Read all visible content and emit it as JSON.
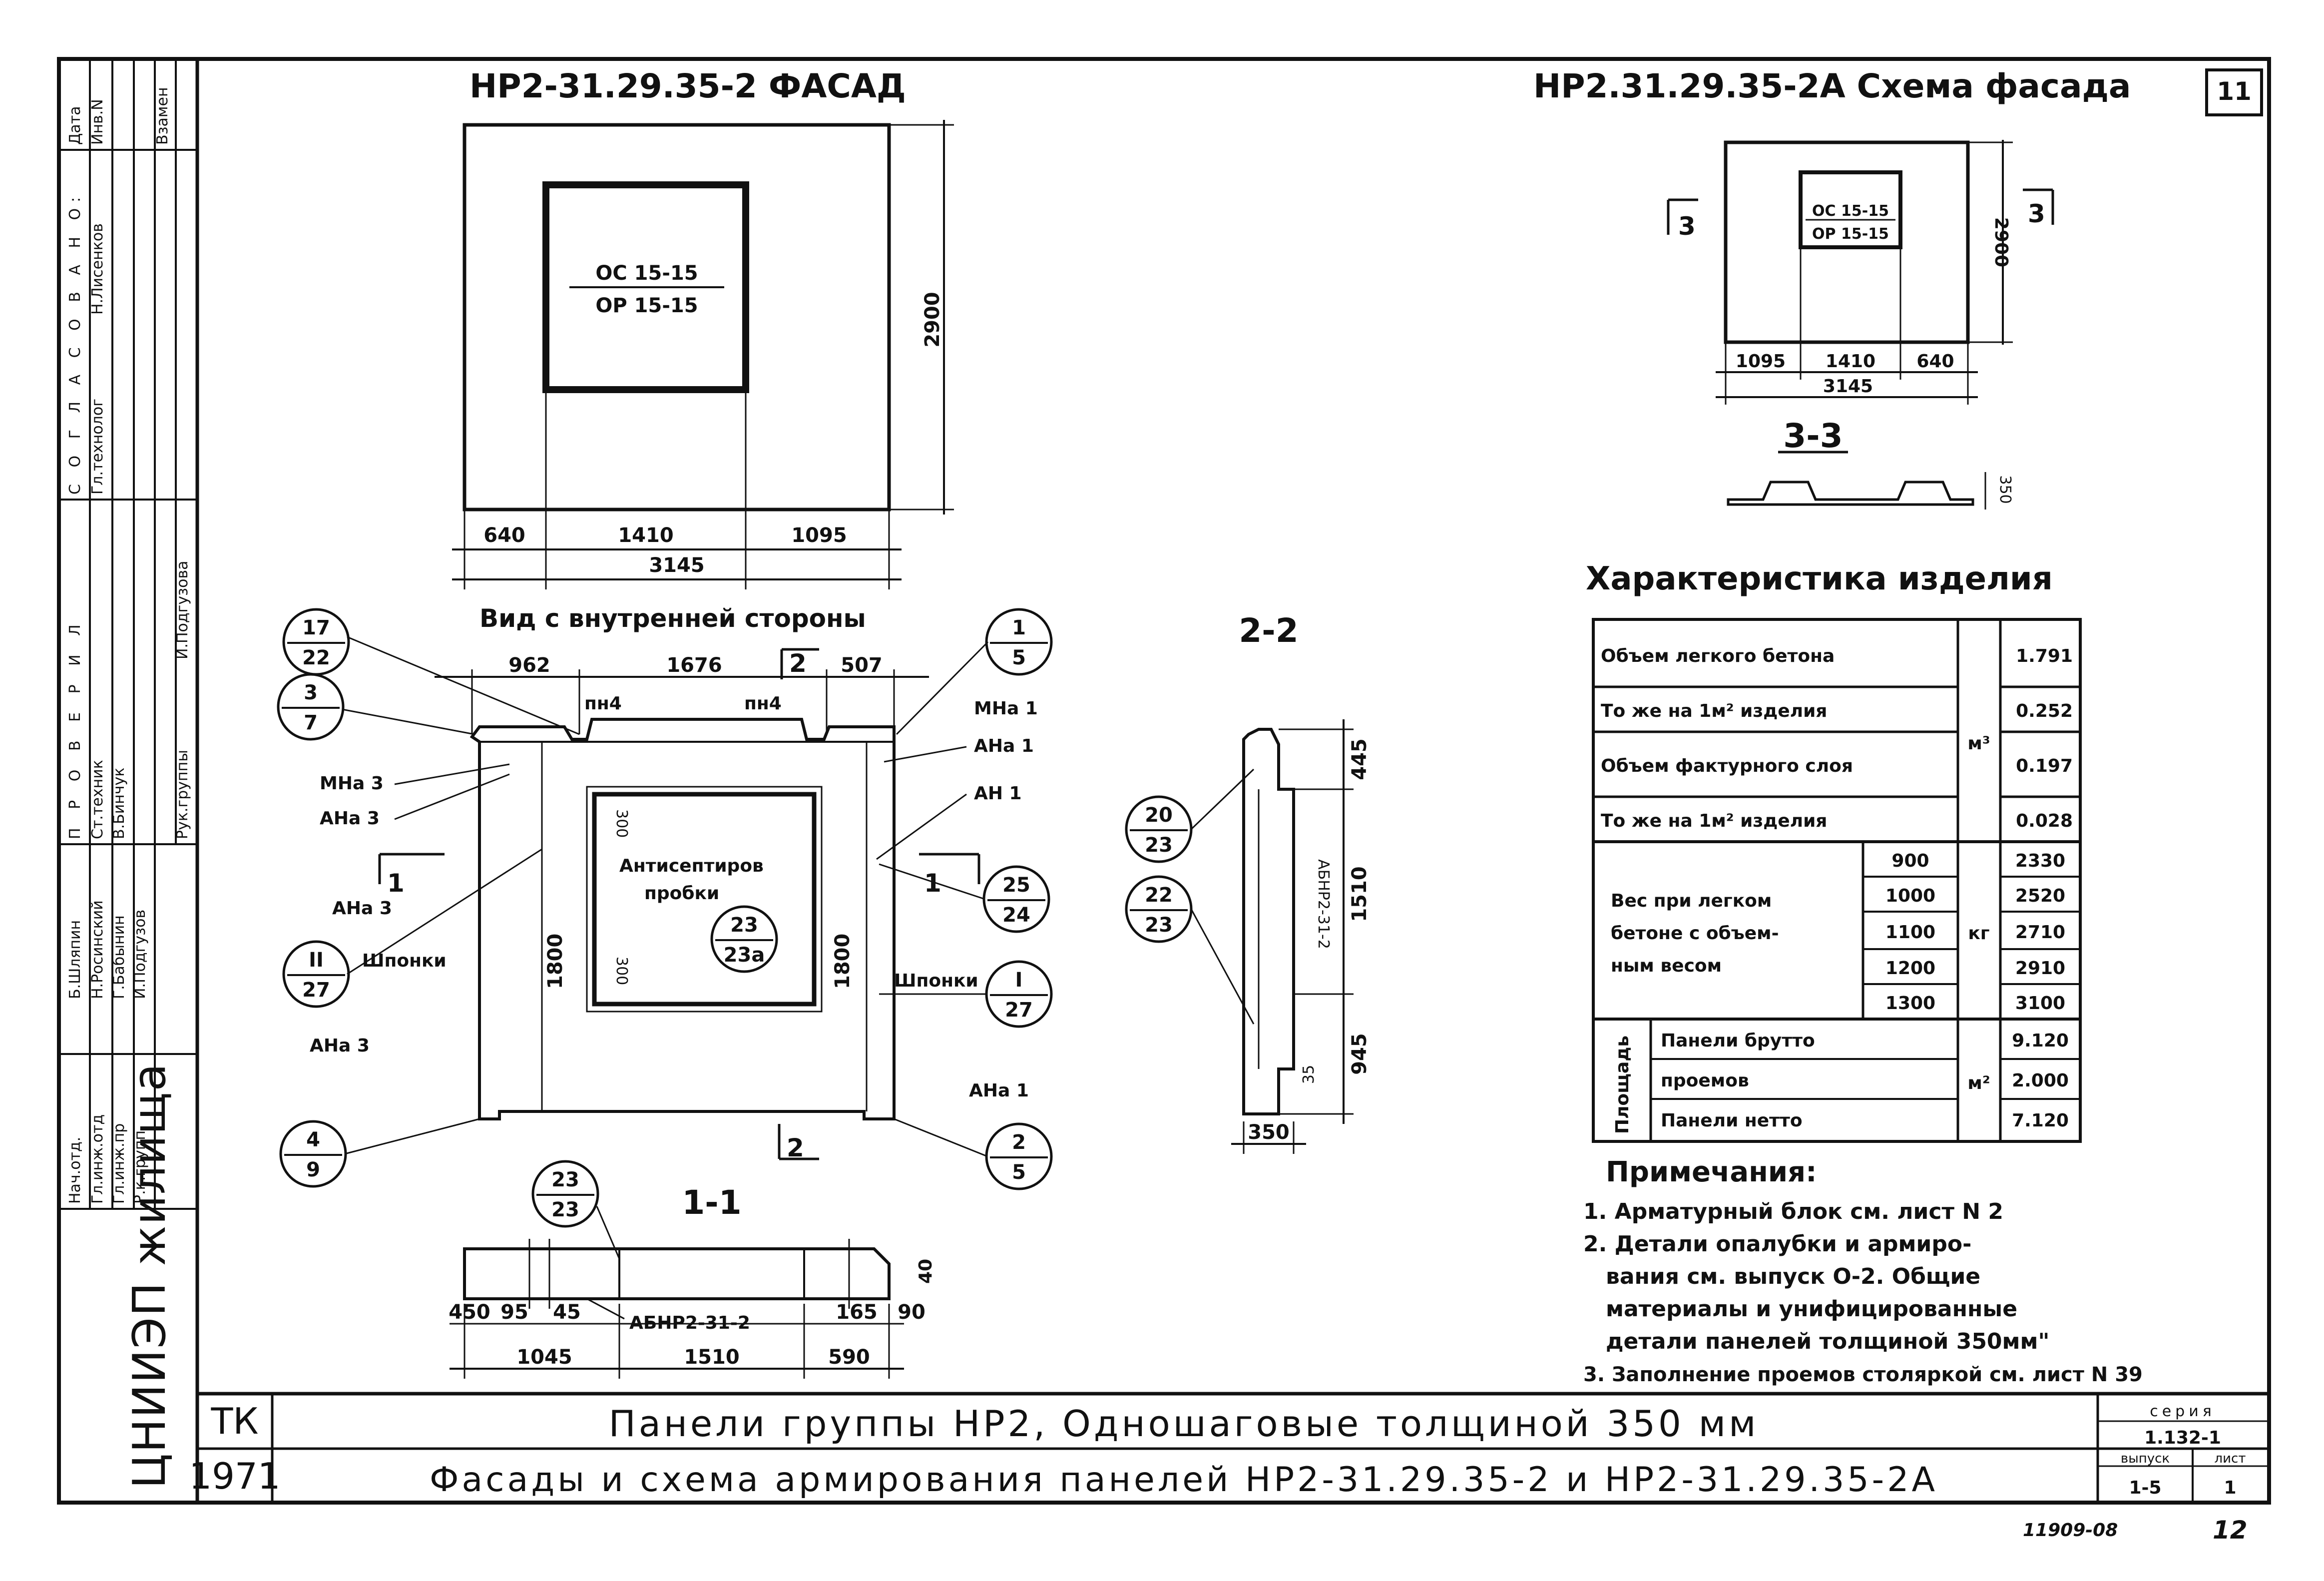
{
  "sheet_number": "11",
  "page_number": "12",
  "archive_number": "11909-08",
  "left_facade": {
    "title": "НР2-31.29.35-2 ФАСАД",
    "window_label_top": "ОС 15-15",
    "window_label_bottom": "ОР 15-15",
    "height_dim": "2900",
    "dims_bottom": [
      "640",
      "1410",
      "1095"
    ],
    "total_width": "3145"
  },
  "right_schema": {
    "title": "НР2.31.29.35-2А Схема фасада",
    "window_label_top": "ОС 15-15",
    "window_label_bottom": "ОР 15-15",
    "height_dim": "2900",
    "dims_bottom": [
      "1095",
      "1410",
      "640"
    ],
    "total_width": "3145",
    "section_label": "3-3",
    "section_mark_left": "3",
    "section_mark_right": "3",
    "small_dim": "350"
  },
  "inner_view": {
    "title": "Вид с внутренней стороны",
    "dims_top": [
      "962",
      "1676",
      "507"
    ],
    "section_mark_top": "2",
    "section_mark_bottom": "2",
    "section_mark_left": "1",
    "section_mark_right": "1",
    "callouts": [
      {
        "top": "17",
        "bottom": "22"
      },
      {
        "top": "3",
        "bottom": "7"
      },
      {
        "top": "1",
        "bottom": "5"
      },
      {
        "top": "25",
        "bottom": "24"
      },
      {
        "top": "II",
        "bottom": "27"
      },
      {
        "top": "I",
        "bottom": "27"
      },
      {
        "top": "4",
        "bottom": "9"
      },
      {
        "top": "2",
        "bottom": "5"
      },
      {
        "top": "23",
        "bottom": "23а"
      }
    ],
    "labels": {
      "pn4_left": "пн4",
      "pn4_right": "пн4",
      "mna1": "МНа 1",
      "ana1_top": "АНа 1",
      "an1": "АН 1",
      "mna3": "МНа 3",
      "ana3_top": "АНа 3",
      "ana3_mid": "АНа 3",
      "ana3_bottom": "АНа 3",
      "ana1_bottom": "АНа 1",
      "antisept": "Антисептиров",
      "probki": "пробки",
      "shponki_left": "Шпонки",
      "shponki_right": "Шпонки",
      "dim_300_top": "300",
      "dim_300_bottom": "300",
      "dim_1800_left": "1800",
      "dim_1800_right": "1800"
    }
  },
  "section_2_2": {
    "title": "2-2",
    "dims": [
      "445",
      "1510",
      "945"
    ],
    "bottom_dim": "350",
    "small_dim": "35",
    "block_label": "АБНР2-31-2",
    "callouts": [
      {
        "top": "20",
        "bottom": "23"
      },
      {
        "top": "22",
        "bottom": "23"
      }
    ]
  },
  "section_1_1": {
    "title": "1-1",
    "callout": {
      "top": "23",
      "bottom": "23"
    },
    "block_label": "АБНР2-31-2",
    "dims_top": [
      "450",
      "95",
      "45",
      "165",
      "90"
    ],
    "dims_bottom": [
      "1045",
      "1510",
      "590"
    ],
    "right_dim": "40"
  },
  "characteristics": {
    "title": "Характеристика изделия",
    "rows_volume": [
      {
        "label": "Объем легкого бетона",
        "value": "1.791"
      },
      {
        "label": "То же на 1м² изделия",
        "value": "0.252"
      },
      {
        "label": "Объем фактурного слоя",
        "value": "0.197"
      },
      {
        "label": "То же на 1м² изделия",
        "value": "0.028"
      }
    ],
    "unit_volume": "м³",
    "weight_label": [
      "Вес при легком",
      "бетоне с объем-",
      "ным весом"
    ],
    "weight_unit": "кг",
    "weight_rows": [
      {
        "density": "900",
        "value": "2330"
      },
      {
        "density": "1000",
        "value": "2520"
      },
      {
        "density": "1100",
        "value": "2710"
      },
      {
        "density": "1200",
        "value": "2910"
      },
      {
        "density": "1300",
        "value": "3100"
      }
    ],
    "area_label": "Площадь",
    "area_unit": "м²",
    "area_rows": [
      {
        "label": "Панели брутто",
        "value": "9.120"
      },
      {
        "label": "проемов",
        "value": "2.000"
      },
      {
        "label": "Панели нетто",
        "value": "7.120"
      }
    ]
  },
  "notes": {
    "title": "Примечания:",
    "items": [
      "1. Арматурный блок см. лист N 2",
      "2. Детали опалубки и армиро-",
      "вания см. выпуск О-2. Общие",
      "материалы и унифицированные",
      "детали панелей толщиной 350мм\"",
      "3. Заполнение проемов столяркой см. лист N 39"
    ]
  },
  "title_block": {
    "tk": "ТК",
    "year": "1971",
    "line1": "Панели группы НР2, Одношаговые толщиной 350 мм",
    "line2": "Фасады и схема армирования панелей НР2-31.29.35-2 и НР2-31.29.35-2А",
    "series_label": "серия",
    "series_value": "1.132-1",
    "vypusk_label": "выпуск",
    "vypusk_value": "1-5",
    "list_label": "лист",
    "list_value": "1"
  },
  "side_stamp": {
    "org": "ЦНИИЭП жилища",
    "soglasovano": "С О Г Л А С О В А Н О:",
    "provernl": "П Р О В Е Р И Л",
    "roles": [
      "Нач.отд.",
      "Гл.инж.отд",
      "Гл.инж.пр",
      "Р.к.групп",
      "Ст.техник",
      "Гл.технолог",
      "Рук.группы"
    ],
    "names": [
      "Б.Шляпин",
      "Н.Росинский",
      "Г.Бабынин",
      "И.Подгузов",
      "В.Бинчук",
      "Н.Лисенков",
      "И.Подгузова"
    ],
    "header": [
      "Дата",
      "Инв.N",
      "Взамен"
    ]
  }
}
